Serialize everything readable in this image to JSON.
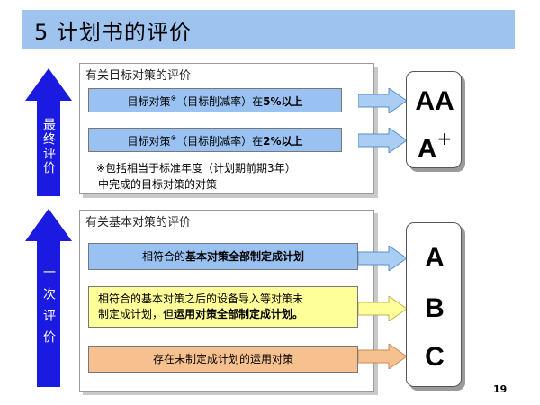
{
  "title": "5   计划书的评价",
  "final": {
    "side_label": "最终评价",
    "panel_title": "有关目标对策的评价",
    "row1": {
      "pre": "目标对策",
      "sup": "※",
      "mid": "（目标削减率）在",
      "bold": "5%以上"
    },
    "row2": {
      "pre": "目标对策",
      "sup": "※",
      "mid": "（目标削减率）在",
      "bold": "2%以上"
    },
    "note_line1": "※包括相当于标准年度（计划期前期3年）",
    "note_line2": "中完成的目标对策的对策",
    "grade1": "AA",
    "grade2_main": "A",
    "grade2_plus": "+"
  },
  "primary": {
    "side_label": "一次评价",
    "panel_title": "有关基本对策的评价",
    "row1": {
      "pre": "相符合的",
      "bold": "基本对策全部制定成计划"
    },
    "row2": {
      "line1": "相符合的基本对策之后的设备导入等对策未",
      "line2_pre": "制定成计划，但",
      "line2_bold": "运用对策全部制定成计划。"
    },
    "row3": {
      "text": "存在未制定成计划的运用对策"
    },
    "grade_a": "A",
    "grade_b": "B",
    "grade_c": "C"
  },
  "page_number": "19",
  "colors": {
    "title_bg": "#9fc3ef",
    "arrow_blue": "#1a1ae0",
    "box_blue": "#99c2f2",
    "box_yellow": "#ffff99",
    "box_orange": "#f7c08f"
  }
}
